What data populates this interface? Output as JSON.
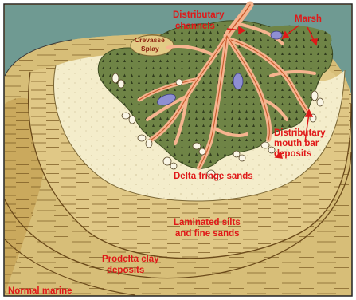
{
  "labels": {
    "distributary_channels_1": "Distributary",
    "distributary_channels_2": "channels",
    "marsh": "Marsh",
    "crevasse_splay_1": "Crevasse",
    "crevasse_splay_2": "Splay",
    "mouth_bar_1": "Distributary",
    "mouth_bar_2": "mouth bar",
    "mouth_bar_3": "deposits",
    "delta_fringe": "Delta fringe sands",
    "laminated_1": "Laminated silts",
    "laminated_2": "and fine sands",
    "prodelta_1": "Prodelta clay",
    "prodelta_2": "deposits",
    "normal_marine": "Normal marine"
  },
  "colors": {
    "sea": "#6f9a92",
    "marsh": "#6f8446",
    "channel": "#f6b48f",
    "sand": "#f3ecc7",
    "mud": "#d9c07c",
    "mud_dark": "#c6a65a",
    "label": "#e01818"
  }
}
